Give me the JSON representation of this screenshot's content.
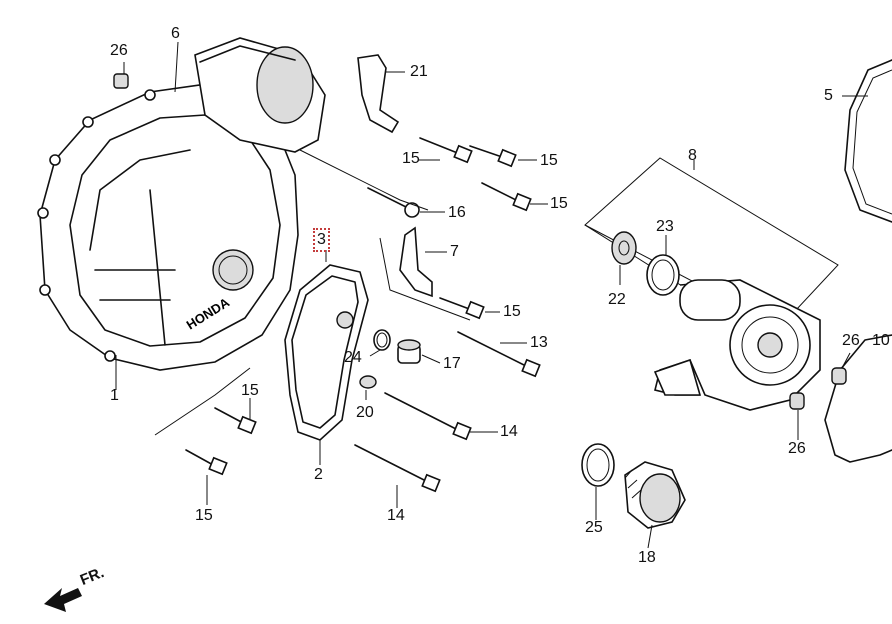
{
  "diagram": {
    "callouts": [
      {
        "id": "c26a",
        "text": "26"
      },
      {
        "id": "c6",
        "text": "6"
      },
      {
        "id": "c21",
        "text": "21"
      },
      {
        "id": "c15a",
        "text": "15"
      },
      {
        "id": "c15b",
        "text": "15"
      },
      {
        "id": "c15c",
        "text": "15"
      },
      {
        "id": "c16",
        "text": "16"
      },
      {
        "id": "c3",
        "text": "3"
      },
      {
        "id": "c7",
        "text": "7"
      },
      {
        "id": "c15d",
        "text": "15"
      },
      {
        "id": "c13",
        "text": "13"
      },
      {
        "id": "c24",
        "text": "24"
      },
      {
        "id": "c17",
        "text": "17"
      },
      {
        "id": "c15e",
        "text": "15"
      },
      {
        "id": "c20",
        "text": "20"
      },
      {
        "id": "c14a",
        "text": "14"
      },
      {
        "id": "c1",
        "text": "1"
      },
      {
        "id": "c2",
        "text": "2"
      },
      {
        "id": "c15f",
        "text": "15"
      },
      {
        "id": "c14b",
        "text": "14"
      },
      {
        "id": "c8",
        "text": "8"
      },
      {
        "id": "c23",
        "text": "23"
      },
      {
        "id": "c22",
        "text": "22"
      },
      {
        "id": "c5",
        "text": "5"
      },
      {
        "id": "c26b",
        "text": "26"
      },
      {
        "id": "c10",
        "text": "10"
      },
      {
        "id": "c26c",
        "text": "26"
      },
      {
        "id": "c25",
        "text": "25"
      },
      {
        "id": "c18",
        "text": "18"
      }
    ],
    "direction_label": "FR.",
    "cover_brand": "HONDA",
    "selected_callout": "3"
  }
}
